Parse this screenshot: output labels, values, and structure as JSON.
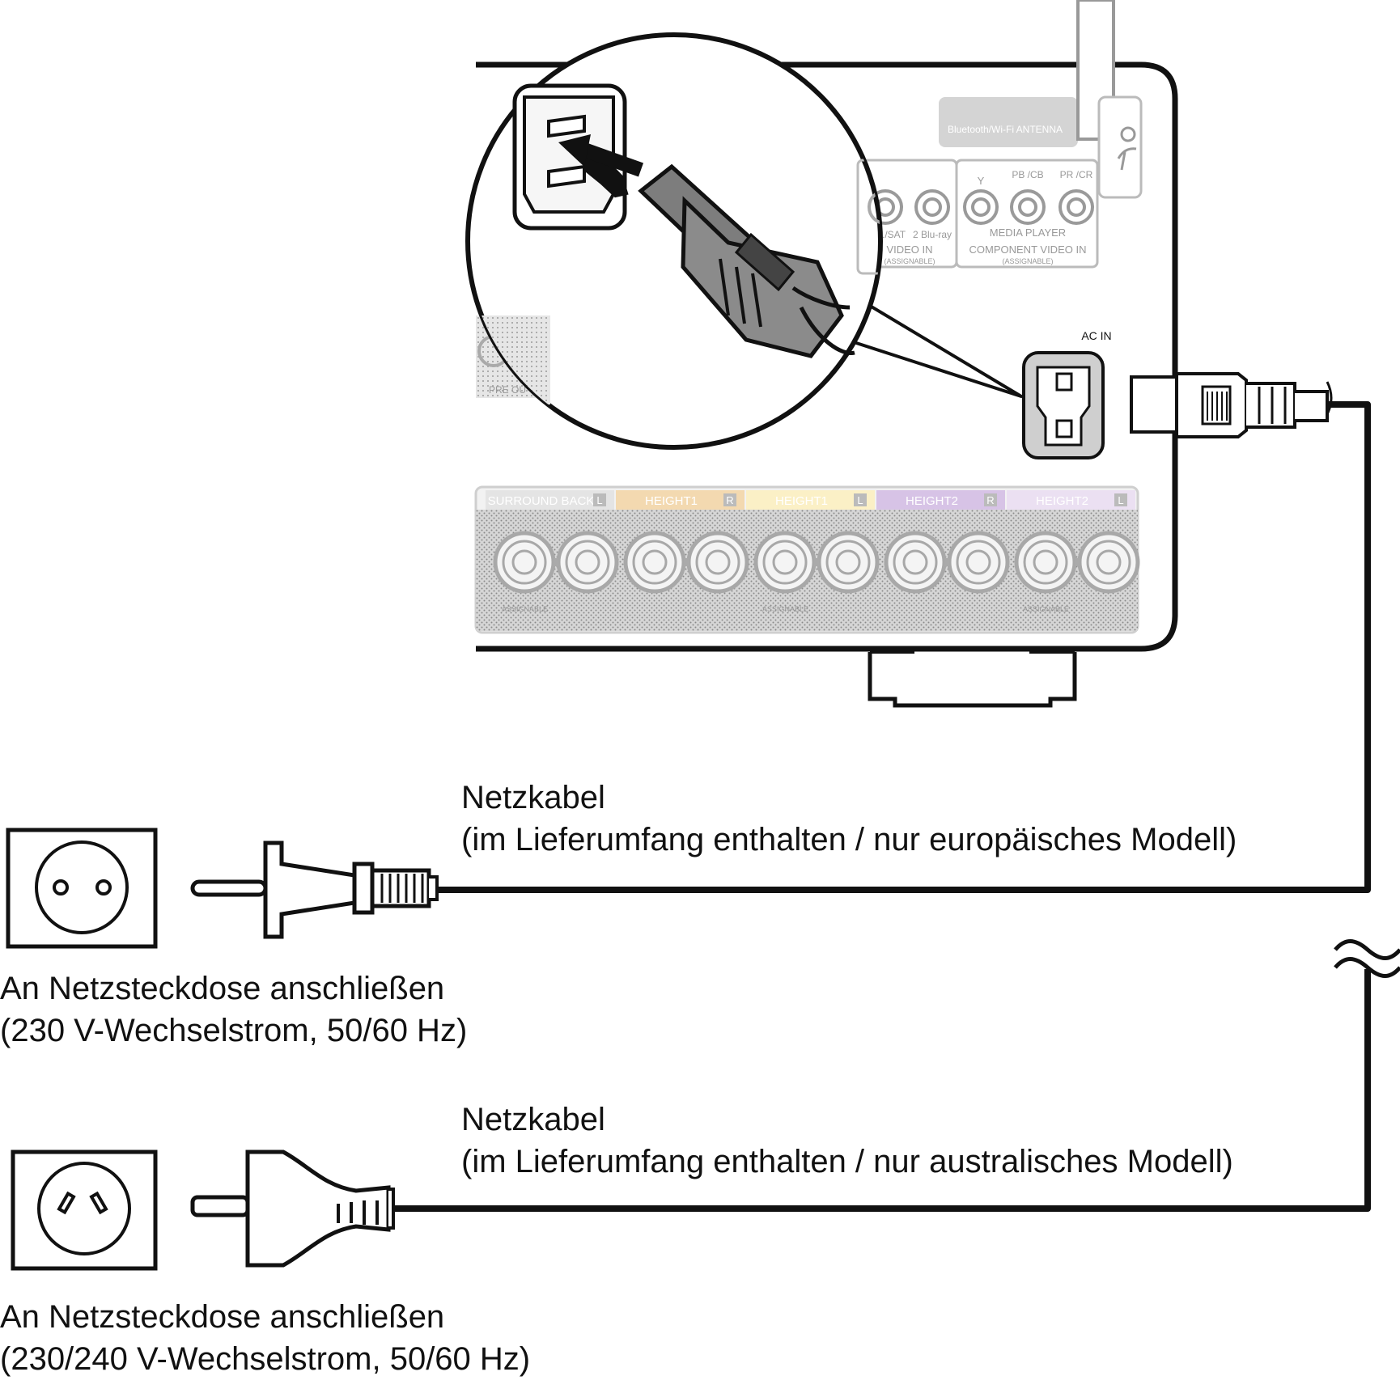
{
  "device": {
    "antenna_label": "Bluetooth/Wi-Fi ANTENNA",
    "ac_in_label": "AC IN",
    "component_labels": {
      "y": "Y",
      "pb": "PB\n/CB",
      "pr": "PR\n/CR"
    },
    "jack_labels": [
      "./SAT",
      "2 Blu-ray",
      "MEDIA PLAYER"
    ],
    "video_in_label": "VIDEO IN",
    "assignable_label": "(ASSIGNABLE)",
    "component_video_in_label": "COMPONENT VIDEO IN",
    "pre_out_label": "PRE OU",
    "speaker_sections": [
      {
        "label": "SURROUND BACK",
        "channel": "L",
        "color": "#e4e4e4"
      },
      {
        "label": "HEIGHT1",
        "channel": "R",
        "color": "#f3d9b0"
      },
      {
        "label": "HEIGHT1",
        "channel": "L",
        "color": "#fbf0c6"
      },
      {
        "label": "HEIGHT2",
        "channel": "R",
        "color": "#d7c3e6"
      },
      {
        "label": "HEIGHT2",
        "channel": "L",
        "color": "#ebe0f2"
      }
    ],
    "speaker_assignable_label": "ASSIGNABLE"
  },
  "connections": [
    {
      "cable_title": "Netzkabel",
      "cable_note": "(im Lieferumfang enthalten / nur europäisches Modell)",
      "outlet_title": "An Netzsteckdose anschließen",
      "outlet_note": "(230 V-Wechselstrom, 50/60 Hz)"
    },
    {
      "cable_title": "Netzkabel",
      "cable_note": "(im Lieferumfang enthalten / nur australisches Modell)",
      "outlet_title": "An Netzsteckdose anschließen",
      "outlet_note": "(230/240 V-Wechselstrom, 50/60 Hz)"
    }
  ]
}
